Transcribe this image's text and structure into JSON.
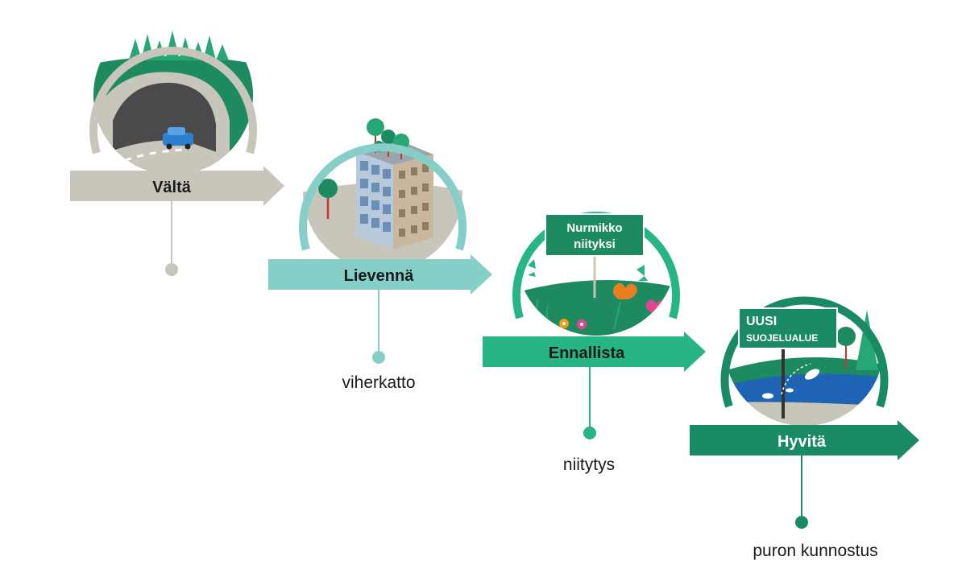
{
  "steps": [
    {
      "label": "Vältä",
      "note": "",
      "color": "#c8c6bb",
      "text_color": "#1a1a1a"
    },
    {
      "label": "Lievennä",
      "note": "viherkatto",
      "color": "#86cfc8",
      "text_color": "#1a1a1a"
    },
    {
      "label": "Ennallista",
      "note": "niitytys",
      "color": "#27b487",
      "text_color": "#1a1a1a"
    },
    {
      "label": "Hyvitä",
      "note": "puron kunnostus",
      "color": "#1a8a62",
      "text_color": "#ffffff"
    }
  ],
  "signs": {
    "meadow": {
      "line1": "Nurmikko",
      "line2": "niityksi"
    },
    "protected": {
      "line1": "UUSI",
      "line2": "SUOJELUALUE"
    }
  },
  "palette": {
    "forest": "#1d8a5f",
    "grass": "#27a676",
    "water": "#1f64b4",
    "road": "#c8c6bb",
    "building": "#b8c9dc"
  }
}
